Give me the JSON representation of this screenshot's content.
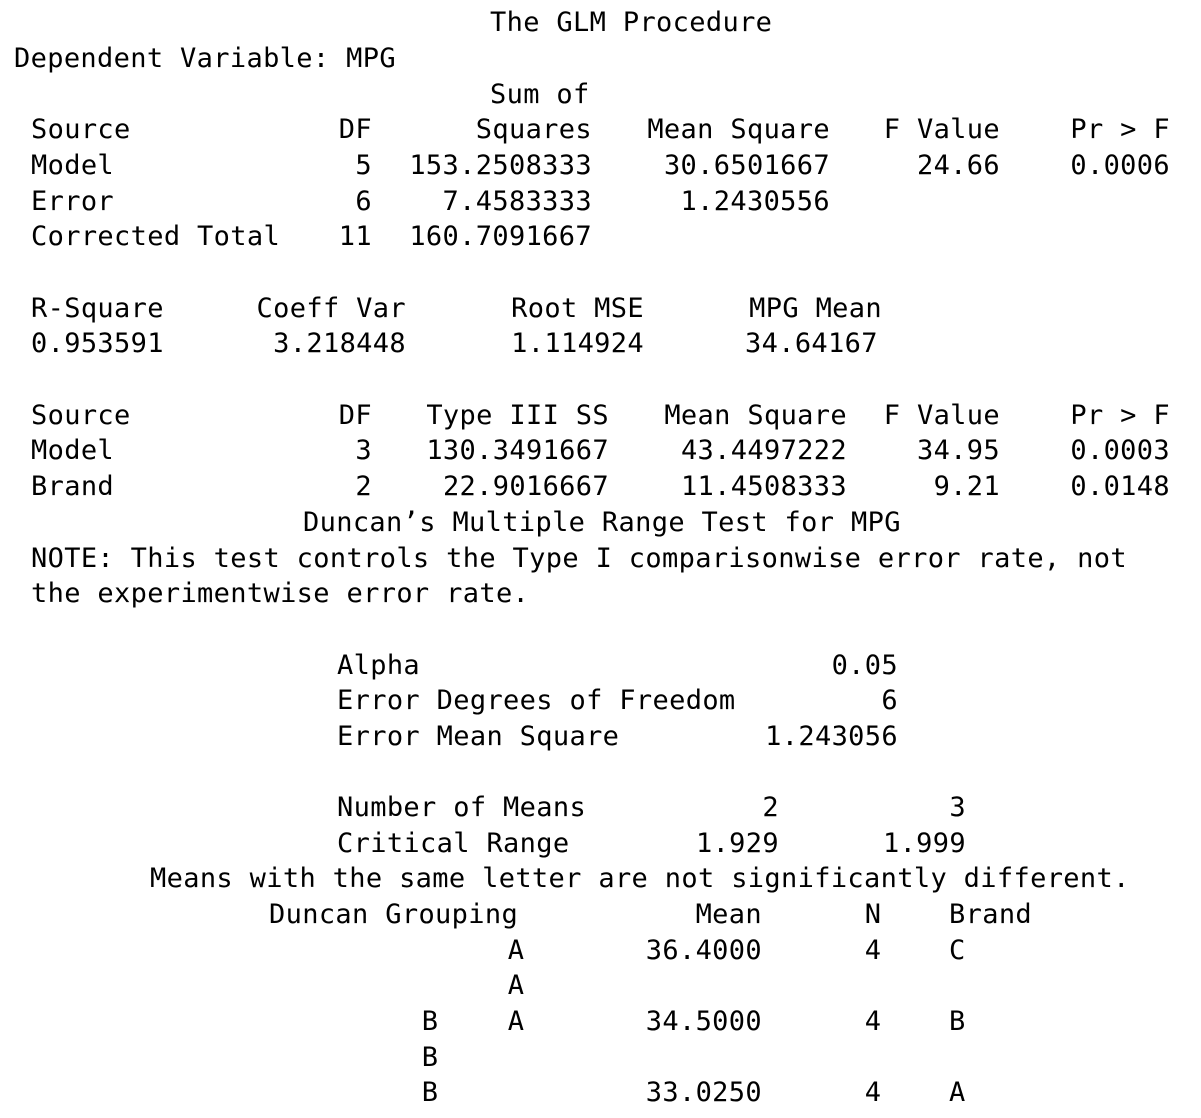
{
  "title": "The GLM Procedure",
  "dependent_variable": "Dependent Variable: MPG",
  "anova": {
    "sum_of_header": "Sum of",
    "headers": [
      "Source",
      "DF",
      "Squares",
      "Mean Square",
      "F Value",
      "Pr > F"
    ],
    "rows": [
      [
        "Model",
        "5",
        "153.2508333",
        "30.6501667",
        "24.66",
        "0.0006"
      ],
      [
        "Error",
        "6",
        "7.4583333",
        "1.2430556",
        "",
        ""
      ],
      [
        "Corrected Total",
        "11",
        "160.7091667",
        "",
        "",
        ""
      ]
    ]
  },
  "fit": {
    "headers": [
      "R-Square",
      "Coeff Var",
      "Root MSE",
      "MPG Mean"
    ],
    "values": [
      "0.953591",
      "3.218448",
      "1.114924",
      "34.64167"
    ]
  },
  "type3": {
    "headers": [
      "Source",
      "DF",
      "Type III SS",
      "Mean Square",
      "F Value",
      "Pr > F"
    ],
    "rows": [
      [
        "Model",
        "3",
        "130.3491667",
        "43.4497222",
        "34.95",
        "0.0003"
      ],
      [
        "Brand",
        "2",
        "22.9016667",
        "11.4508333",
        "9.21",
        "0.0148"
      ]
    ]
  },
  "duncan": {
    "title": "Duncan’s Multiple Range Test for MPG",
    "note_line1": "NOTE: This test controls the Type I comparisonwise error rate, not",
    "note_line2": "the experimentwise error rate.",
    "params": [
      [
        "Alpha",
        "0.05"
      ],
      [
        "Error Degrees of Freedom",
        "6"
      ],
      [
        "Error Mean Square",
        "1.243056"
      ]
    ],
    "means_label": "Number of Means",
    "means_values": [
      "2",
      "3"
    ],
    "range_label": "Critical Range",
    "range_values": [
      "1.929",
      "1.999"
    ],
    "means_note": "Means with the same letter are not significantly different.",
    "group_headers": [
      "Duncan Grouping",
      "Mean",
      "N",
      "Brand"
    ],
    "groups": [
      {
        "g1": "",
        "g2": "A",
        "mean": "36.4000",
        "n": "4",
        "brand": "C"
      },
      {
        "g1": "",
        "g2": "A",
        "mean": "",
        "n": "",
        "brand": ""
      },
      {
        "g1": "B",
        "g2": "A",
        "mean": "34.5000",
        "n": "4",
        "brand": "B"
      },
      {
        "g1": "B",
        "g2": "",
        "mean": "",
        "n": "",
        "brand": ""
      },
      {
        "g1": "B",
        "g2": "",
        "mean": "33.0250",
        "n": "4",
        "brand": "A"
      }
    ]
  }
}
